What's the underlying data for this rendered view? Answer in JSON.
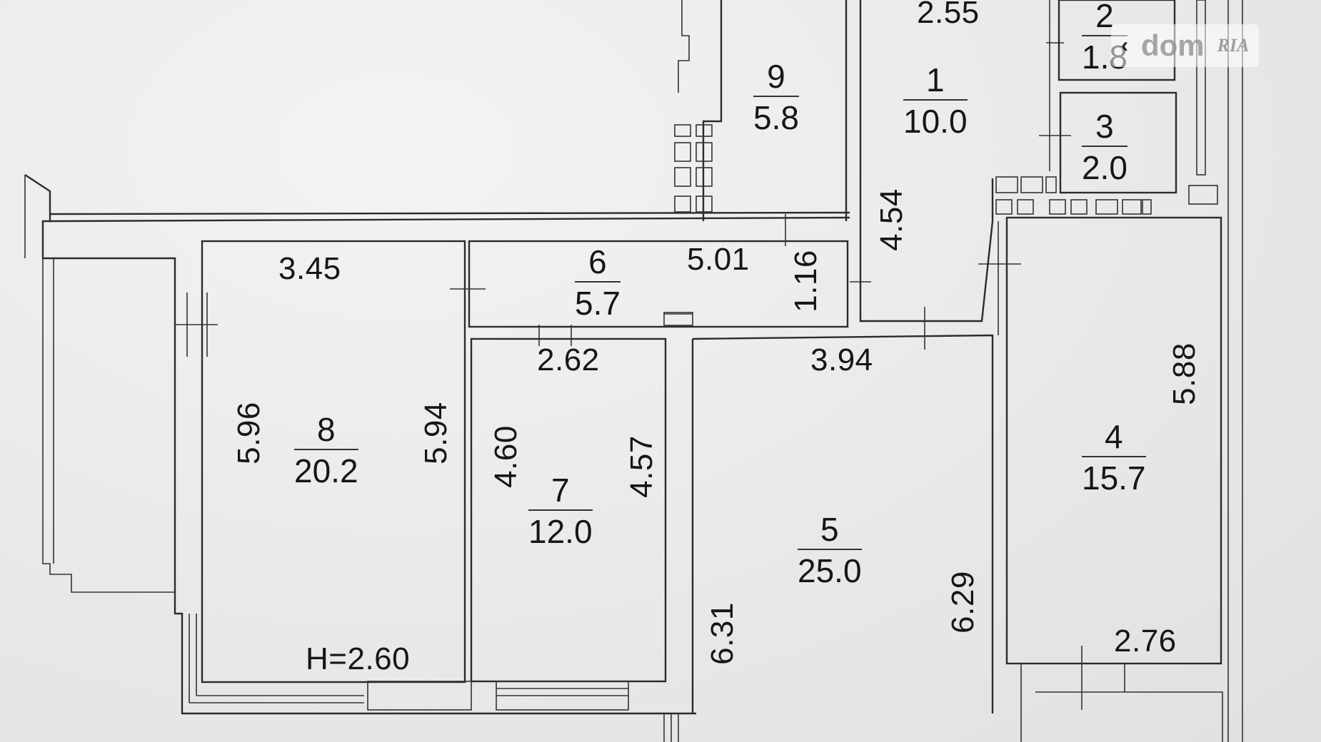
{
  "rooms": [
    {
      "num": "1",
      "area": "10.0"
    },
    {
      "num": "2",
      "area": "1.8"
    },
    {
      "num": "3",
      "area": "2.0"
    },
    {
      "num": "4",
      "area": "15.7"
    },
    {
      "num": "5",
      "area": "25.0"
    },
    {
      "num": "6",
      "area": "5.7"
    },
    {
      "num": "7",
      "area": "12.0"
    },
    {
      "num": "8",
      "area": "20.2"
    },
    {
      "num": "9",
      "area": "5.8"
    }
  ],
  "dimensions": {
    "d_2_55": "2.55",
    "d_3_45": "3.45",
    "d_5_01": "5.01",
    "d_1_16": "1.16",
    "d_4_54": "4.54",
    "d_2_62": "2.62",
    "d_3_94": "3.94",
    "d_5_88": "5.88",
    "d_5_96": "5.96",
    "d_5_94": "5.94",
    "d_4_60": "4.60",
    "d_4_57": "4.57",
    "d_6_31": "6.31",
    "d_6_29": "6.29",
    "d_2_76": "2.76"
  },
  "ceiling_height": "H=2.60",
  "watermark": {
    "brand": "dom",
    "ria": "RIA",
    "back_glyph": "‹"
  }
}
